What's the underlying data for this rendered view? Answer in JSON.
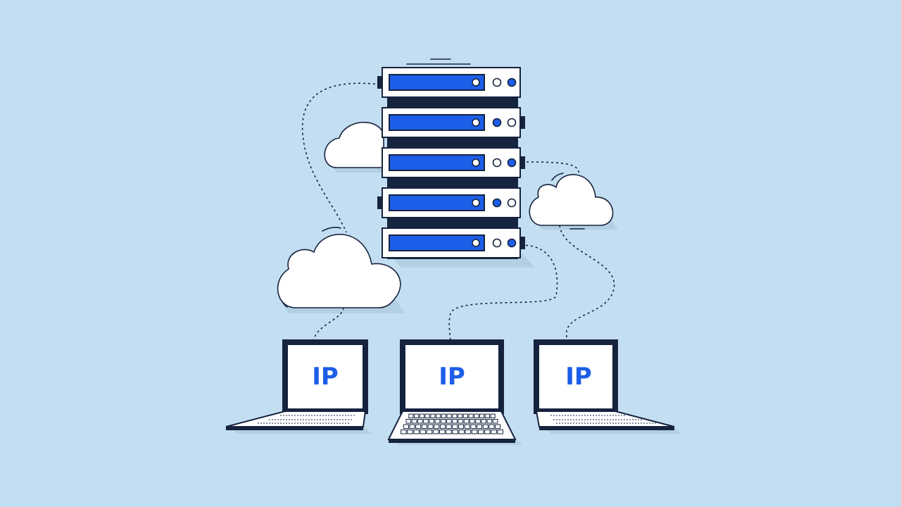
{
  "laptops": [
    {
      "label": "IP"
    },
    {
      "label": "IP"
    },
    {
      "label": "IP"
    }
  ],
  "colors": {
    "background": "#c3def0",
    "navy": "#16233f",
    "blue": "#1d5ee8",
    "white": "#ffffff",
    "shadow": "#b2cfe3"
  }
}
